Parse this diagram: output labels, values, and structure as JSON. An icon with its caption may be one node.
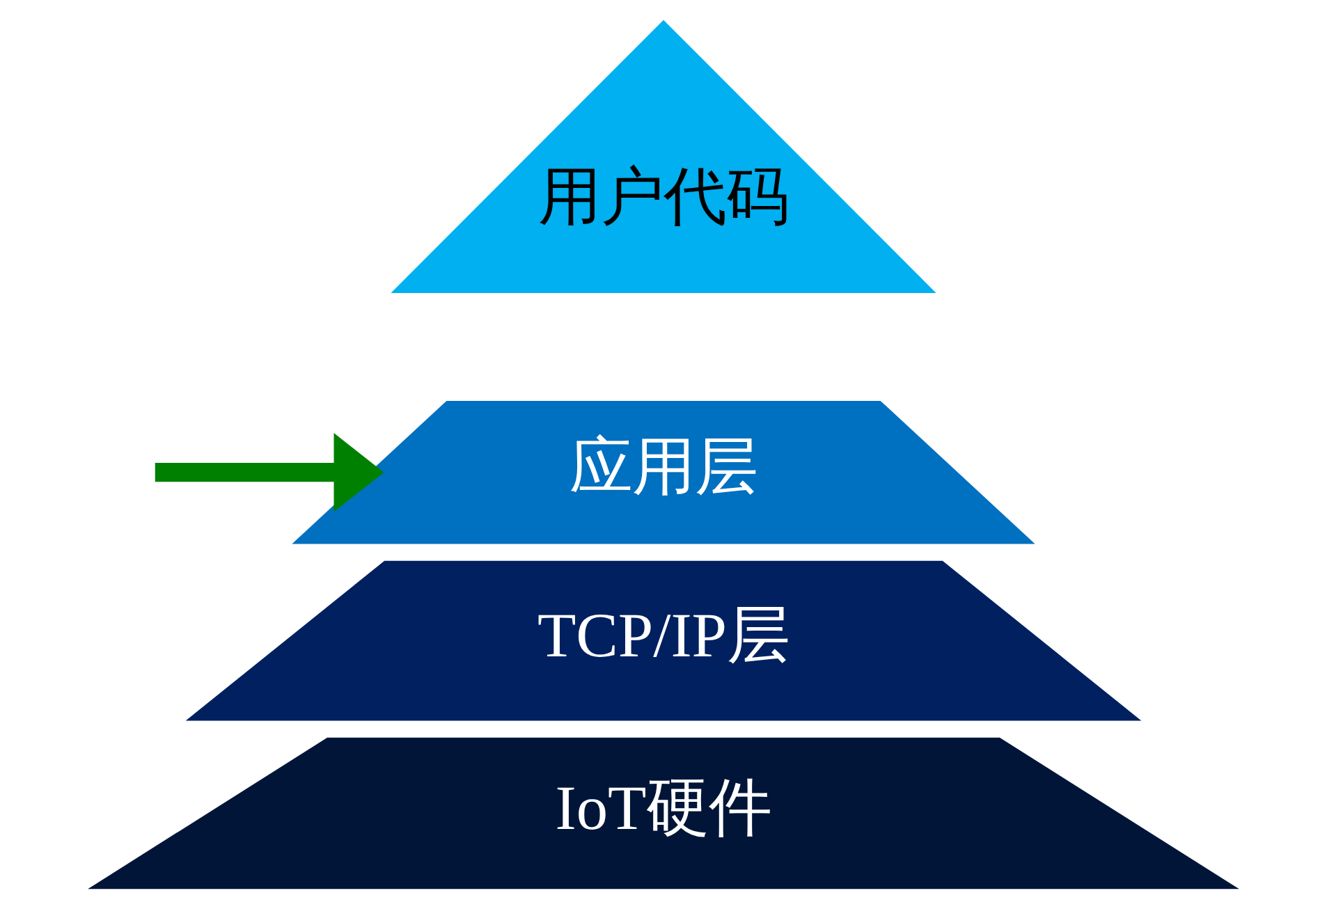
{
  "diagram": {
    "nodes": [
      {
        "text": [
          "用户代码"
        ]
      },
      {
        "text": [
          "应用层"
        ]
      },
      {
        "text": [
          "TCP/IP层"
        ]
      },
      {
        "text": [
          "IoT硬件"
        ]
      }
    ],
    "edges": [
      {
        "from": null,
        "to": 1,
        "arrow": "to",
        "color": "#008000"
      }
    ]
  }
}
